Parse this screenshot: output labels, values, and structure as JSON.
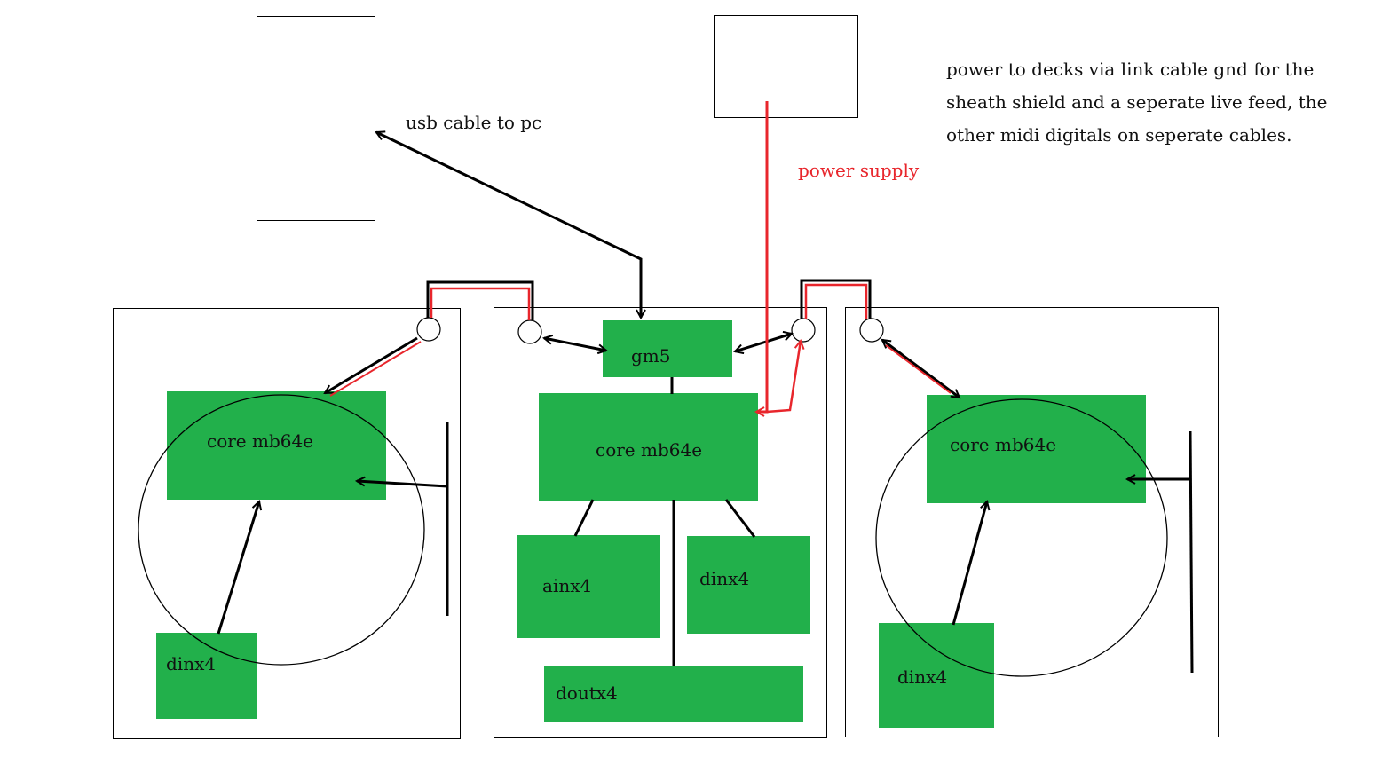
{
  "annotations": {
    "usb": "usb cable to pc",
    "power": "power supply",
    "note_lines": [
      "power to decks via link cable gnd for the",
      "sheath shield and a seperate live feed, the",
      "other midi digitals on seperate cables."
    ]
  },
  "left_deck": {
    "core": "core mb64e",
    "dinx": "dinx4"
  },
  "center_unit": {
    "gm5": "gm5",
    "core": "core mb64e",
    "ainx": "ainx4",
    "dinx": "dinx4",
    "doutx": "doutx4"
  },
  "right_deck": {
    "core": "core mb64e",
    "dinx": "dinx4"
  },
  "colors": {
    "module": "#22b04b",
    "power_line": "#e8262c",
    "cable": "#000000"
  }
}
